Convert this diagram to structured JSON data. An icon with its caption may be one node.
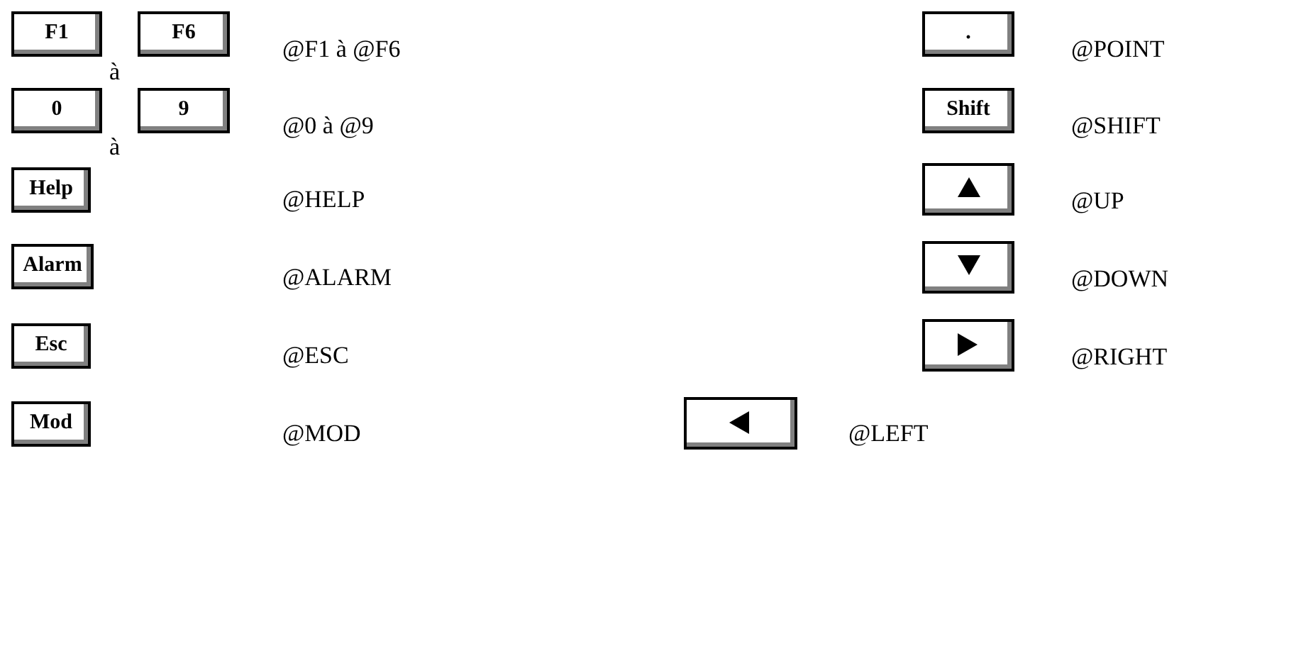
{
  "diagram": {
    "nodes": [
      {
        "text": [
          "F1"
        ]
      },
      {
        "text": [
          "F6"
        ]
      },
      {
        "text": [
          "."
        ]
      },
      {
        "text": [
          "0"
        ]
      },
      {
        "text": [
          "9"
        ]
      },
      {
        "text": [
          "Shift"
        ]
      },
      {
        "text": [
          "Help"
        ]
      },
      {
        "text": [],
        "shape": "box"
      },
      {
        "text": [
          "Alarm"
        ]
      },
      {
        "text": [],
        "shape": "box"
      },
      {
        "text": [
          "Esc"
        ]
      },
      {
        "text": [],
        "shape": "box"
      },
      {
        "text": [
          "Mod"
        ]
      },
      {
        "text": [],
        "shape": "box"
      }
    ],
    "edges": [],
    "labels": [
      "à",
      "@F1 à @F6",
      "@POINT",
      "à",
      "@0 à @9",
      "@SHIFT",
      "@HELP",
      "@UP",
      "@ALARM",
      "@DOWN",
      "@ESC",
      "@RIGHT",
      "@MOD",
      "@LEFT"
    ]
  }
}
